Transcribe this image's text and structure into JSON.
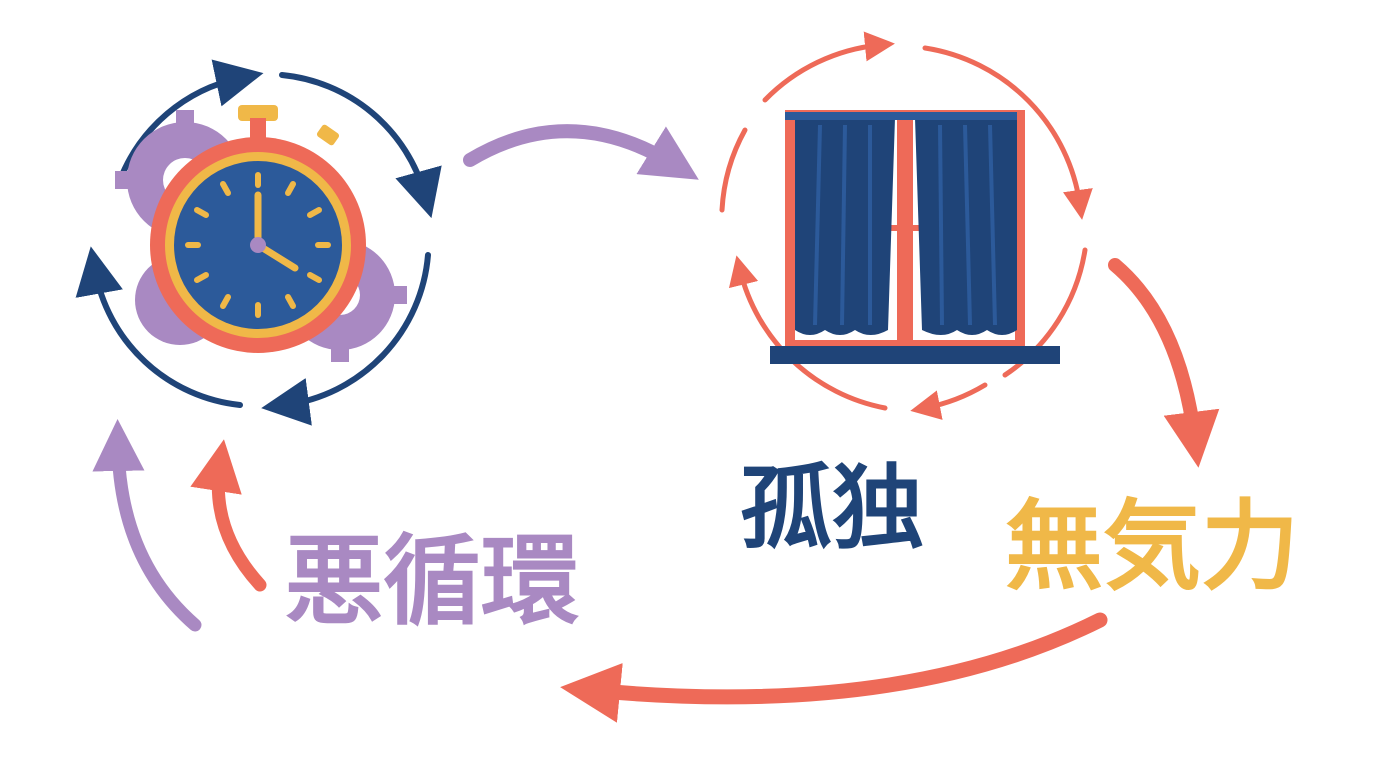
{
  "labels": {
    "vicious_cycle": "悪循環",
    "loneliness": "孤独",
    "apathy": "無気力"
  },
  "colors": {
    "purple": "#a989c2",
    "navy": "#1f4478",
    "coral": "#ee6a58",
    "yellow": "#f0b848",
    "clock_face": "#2c5a9a"
  },
  "icons": [
    "stopwatch-icon",
    "gear-icon",
    "window-curtain-icon",
    "cycle-arrows-icon"
  ]
}
